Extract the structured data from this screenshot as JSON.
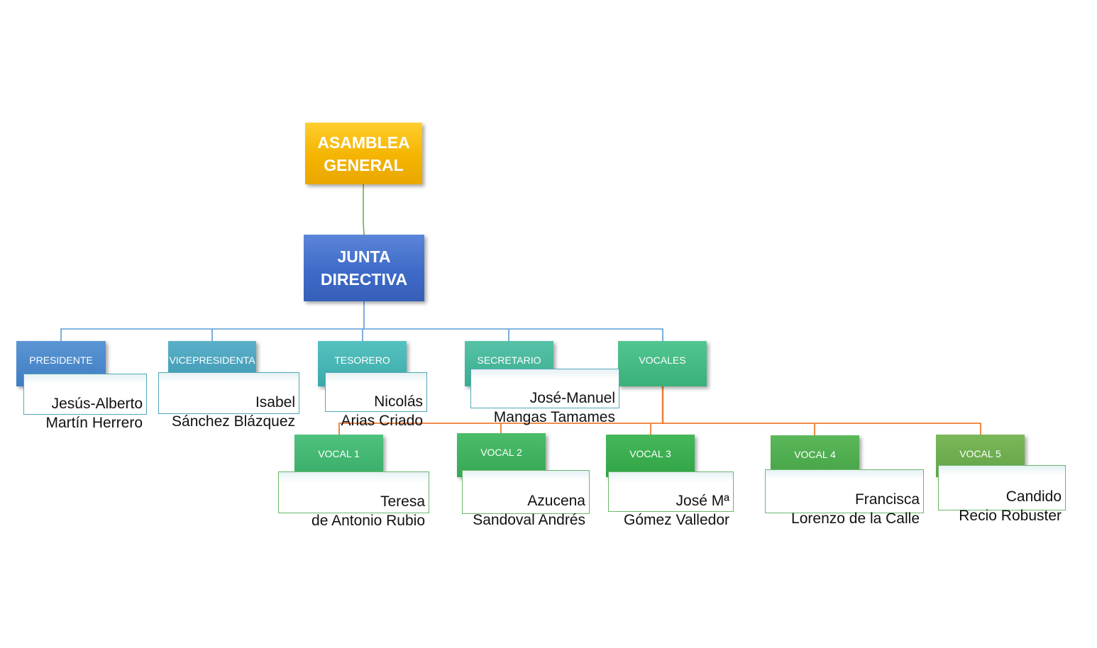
{
  "top": {
    "asamblea": "ASAMBLEA\nGENERAL",
    "junta": "JUNTA\nDIRECTIVA"
  },
  "roles": {
    "presidente": {
      "label": "PRESIDENTE",
      "name": "Jesús-Alberto\nMartín Herrero"
    },
    "vicepresidenta": {
      "label": "VICEPRESIDENTA",
      "name": "Isabel\nSánchez Blázquez"
    },
    "tesorero": {
      "label": "TESORERO",
      "name": "Nicolás\nArias Criado"
    },
    "secretario": {
      "label": "SECRETARIO",
      "name": "José-Manuel\nMangas Tamames"
    },
    "vocales": {
      "label": "VOCALES"
    }
  },
  "vocals": [
    {
      "label": "VOCAL 1",
      "name": "Teresa\nde Antonio Rubio"
    },
    {
      "label": "VOCAL 2",
      "name": "Azucena\nSandoval Andrés"
    },
    {
      "label": "VOCAL 3",
      "name": "José Mª\nGómez Valledor"
    },
    {
      "label": "VOCAL 4",
      "name": "Francisca\nLorenzo de la Calle"
    },
    {
      "label": "VOCAL 5",
      "name": "Candido\nRecio Robuster"
    }
  ],
  "colors": {
    "connector_top": "#70ad47",
    "connector_roles": "#5b9bd5",
    "connector_vocals": "#ed7d31"
  }
}
